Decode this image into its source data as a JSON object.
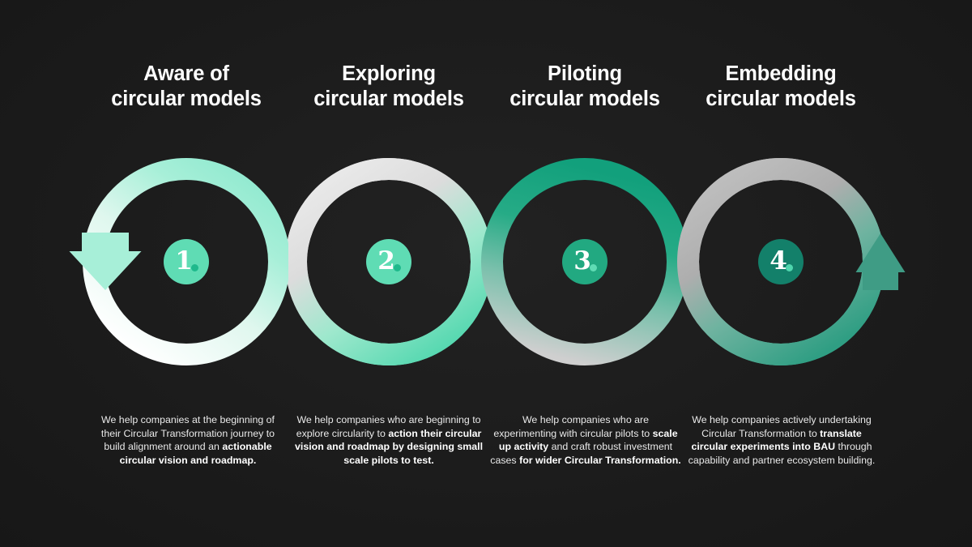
{
  "background_color": "#1c1c1c",
  "palette": {
    "mint_light": "#a7efd8",
    "mint": "#5fdcb4",
    "green": "#22a981",
    "green_dark": "#138068",
    "teal_dark": "#0f7a63",
    "sea_green": "#3f9c85",
    "white": "#ffffff",
    "light_gray": "#e6e6e6",
    "gray": "#b4b4b4",
    "heading_color": "#ffffff",
    "caption_color": "#e9e9e9"
  },
  "stages": [
    {
      "number": "1",
      "number_suffix": ".",
      "heading_line1": "Aware of",
      "heading_line2": "circular models",
      "badge_color": "#5fdcb4",
      "badge_dot_color": "#1fb98c",
      "ring_start_color": "#a7efd8",
      "ring_end_color": "#ffffff",
      "caption": [
        {
          "text": "We help companies at the beginning of their Circular Transformation journey to build alignment around an ",
          "bold": false
        },
        {
          "text": "actionable circular vision and roadmap.",
          "bold": true
        }
      ]
    },
    {
      "number": "2",
      "number_suffix": ".",
      "heading_line1": "Exploring",
      "heading_line2": "circular models",
      "badge_color": "#5fdcb4",
      "badge_dot_color": "#1fb98c",
      "ring_start_color": "#e6e6e6",
      "ring_end_color": "#5fdcb4",
      "caption": [
        {
          "text": "We help companies who are beginning to explore circularity to ",
          "bold": false
        },
        {
          "text": "action their circular vision and roadmap by designing small scale pilots to test.",
          "bold": true
        }
      ]
    },
    {
      "number": "3",
      "number_suffix": ".",
      "heading_line1": "Piloting",
      "heading_line2": "circular models",
      "badge_color": "#22a981",
      "badge_dot_color": "#5fdcb4",
      "ring_start_color": "#1aa882",
      "ring_end_color": "#c8c8c8",
      "caption": [
        {
          "text": "We help companies who are experimenting with circular pilots to ",
          "bold": false
        },
        {
          "text": "scale up activity",
          "bold": true
        },
        {
          "text": " and craft robust investment cases ",
          "bold": false
        },
        {
          "text": "for wider Circular Transformation.",
          "bold": true
        }
      ]
    },
    {
      "number": "4",
      "number_suffix": ".",
      "heading_line1": "Embedding",
      "heading_line2": "circular models",
      "badge_color": "#13806a",
      "badge_dot_color": "#4fd6ae",
      "ring_start_color": "#b4b4b4",
      "ring_end_color": "#2f9e83",
      "caption": [
        {
          "text": "We help companies actively undertaking Circular Transformation to ",
          "bold": false
        },
        {
          "text": "translate circular experiments into BAU",
          "bold": true
        },
        {
          "text": " through capability and partner ecosystem building.",
          "bold": false
        }
      ]
    }
  ],
  "arrows": {
    "start": {
      "name": "arrow-down-left",
      "color": "#a7efd8",
      "direction": "down"
    },
    "end": {
      "name": "arrow-up",
      "color": "#3f9c85",
      "direction": "up"
    }
  }
}
